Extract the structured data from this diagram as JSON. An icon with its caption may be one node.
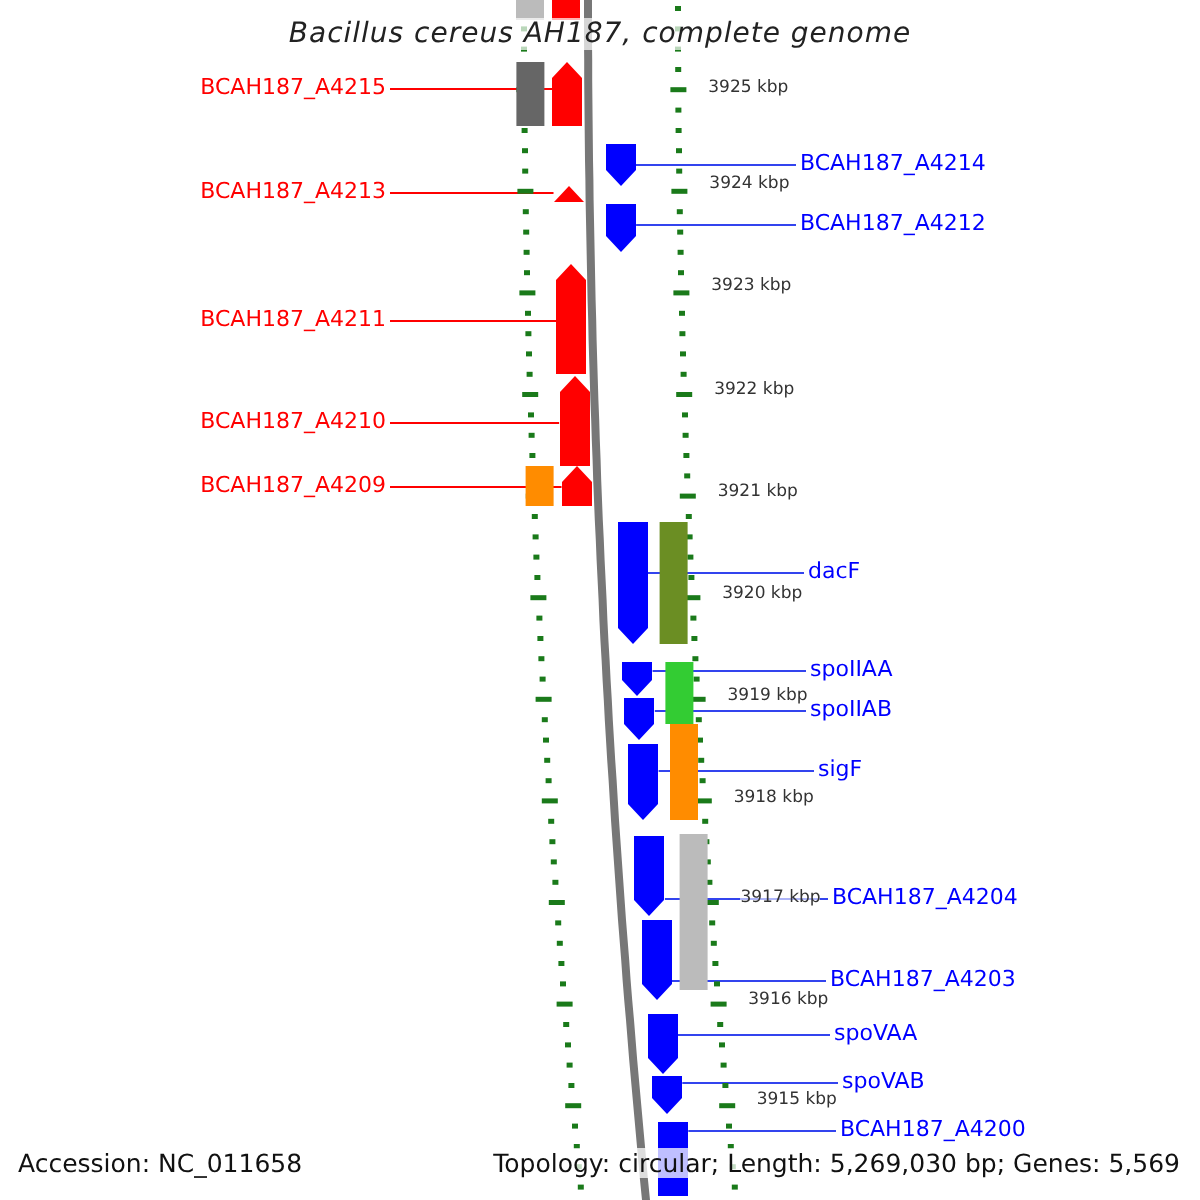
{
  "diagram": {
    "title": "Bacillus cereus AH187, complete genome",
    "nodes": [
      {
        "text": [
          "BCAH187_A4215"
        ]
      },
      {
        "text": [
          "BCAH187_A4214"
        ]
      },
      {
        "text": [
          "BCAH187_A4213"
        ]
      },
      {
        "text": [
          "BCAH187_A4212"
        ]
      },
      {
        "text": [
          "BCAH187_A4211"
        ]
      },
      {
        "text": [
          "BCAH187_A4210"
        ]
      },
      {
        "text": [
          "BCAH187_A4209"
        ]
      },
      {
        "text": [
          "dacF"
        ]
      },
      {
        "text": [
          "spoIIAA"
        ]
      },
      {
        "text": [
          "spoIIAB"
        ]
      },
      {
        "text": [
          "sigF"
        ]
      },
      {
        "text": [
          "BCAH187_A4204"
        ]
      },
      {
        "text": [
          "BCAH187_A4203"
        ]
      },
      {
        "text": [
          "spoVAA"
        ]
      },
      {
        "text": [
          "spoVAB"
        ]
      },
      {
        "text": [
          "BCAH187_A4200"
        ]
      },
      {
        "text": [],
        "shape": "bar"
      },
      {
        "text": [],
        "shape": "bar"
      },
      {
        "text": [],
        "shape": "bar"
      },
      {
        "text": [],
        "shape": "bar"
      },
      {
        "text": [],
        "shape": "bar"
      },
      {
        "text": [],
        "shape": "bar"
      },
      {
        "text": [],
        "shape": "bar"
      },
      {
        "text": [],
        "shape": "bar"
      },
      {
        "text": [],
        "shape": "bar"
      },
      {
        "text": [],
        "shape": "bar"
      },
      {
        "text": [],
        "shape": "bar"
      },
      {
        "text": [],
        "shape": "bar"
      },
      {
        "text": [],
        "shape": "bar"
      },
      {
        "text": [],
        "shape": "bar"
      },
      {
        "text": [],
        "shape": "bar"
      },
      {
        "text": [],
        "shape": "bar"
      }
    ],
    "edges": [
      {
        "from": 0,
        "to": 16,
        "arrow": "none",
        "color": "#ff0000"
      },
      {
        "from": 1,
        "to": 17,
        "arrow": "none"
      },
      {
        "from": 2,
        "to": 18,
        "arrow": "none",
        "color": "#ff0000"
      },
      {
        "from": 3,
        "to": 19,
        "arrow": "none"
      },
      {
        "from": 4,
        "to": 20,
        "arrow": "none",
        "color": "#ff0000"
      },
      {
        "from": 5,
        "to": 21,
        "arrow": "none",
        "color": "#ff0000"
      },
      {
        "from": 6,
        "to": 22,
        "arrow": "none",
        "color": "#ff0000"
      },
      {
        "from": 7,
        "to": 23,
        "arrow": "none"
      },
      {
        "from": 8,
        "to": 24,
        "arrow": "none"
      },
      {
        "from": 9,
        "to": 25,
        "arrow": "none"
      },
      {
        "from": 10,
        "to": 26,
        "arrow": "none"
      },
      {
        "from": 11,
        "to": 27,
        "arrow": "none"
      },
      {
        "from": 12,
        "to": 28,
        "arrow": "none"
      },
      {
        "from": 13,
        "to": 29,
        "arrow": "none"
      },
      {
        "from": 14,
        "to": 30,
        "arrow": "none"
      },
      {
        "from": 15,
        "to": 31,
        "arrow": "none"
      }
    ],
    "labels": [
      "3925 kbp",
      "3924 kbp",
      "3923 kbp",
      "3922 kbp",
      "3921 kbp",
      "3920 kbp",
      "3919 kbp",
      "3918 kbp",
      "3917 kbp",
      "3916 kbp",
      "3915 kbp",
      "Accession: NC_011658",
      "Topology: circular; Length: 5,269,030 bp; Genes: 5,569"
    ]
  }
}
